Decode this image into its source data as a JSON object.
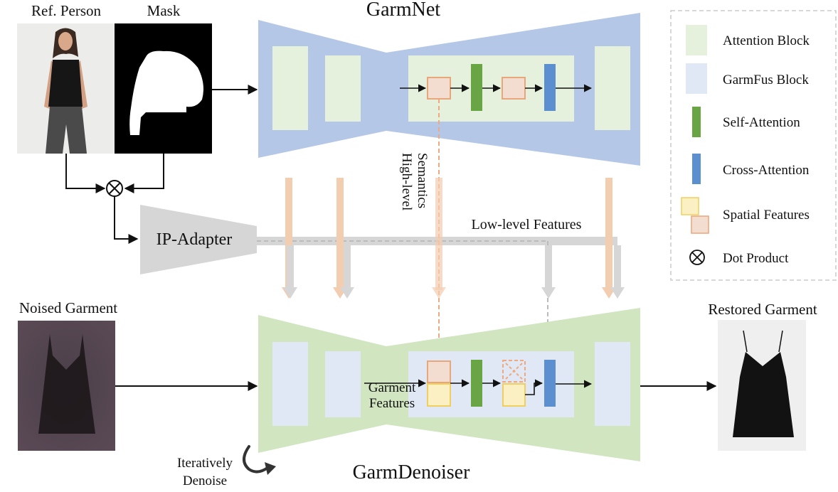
{
  "title_top": "GarmNet",
  "title_bottom": "GarmDenoiser",
  "inputs": {
    "ref_person": "Ref. Person",
    "mask": "Mask",
    "noised_garment": "Noised Garment",
    "restored_garment": "Restored Garment"
  },
  "ip_adapter": "IP-Adapter",
  "high_level_line1": "High-level",
  "high_level_line2": "Semantics",
  "low_level": "Low-level Features",
  "garment_features_line1": "Garment",
  "garment_features_line2": "Features",
  "iterative_line1": "Iteratively",
  "iterative_line2": "Denoise",
  "legend": {
    "attention_block": "Attention Block",
    "garmfus_block": "GarmFus Block",
    "self_attention": "Self-Attention",
    "cross_attention": "Cross-Attention",
    "spatial_features": "Spatial Features",
    "dot_product": "Dot Product"
  },
  "colors": {
    "garmnet": "#b5c7e6",
    "denoiser": "#d1e5c0",
    "attention_block": "#e5f1dc",
    "garmfus_block": "#e0e8f5",
    "self_attention": "#6aa545",
    "cross_attention": "#5b8fd0",
    "spatial_orange": "#f3dcd0",
    "spatial_yellow": "#fbefc4",
    "orange_arrow": "#f2cdb0",
    "gray": "#d6d6d6"
  }
}
